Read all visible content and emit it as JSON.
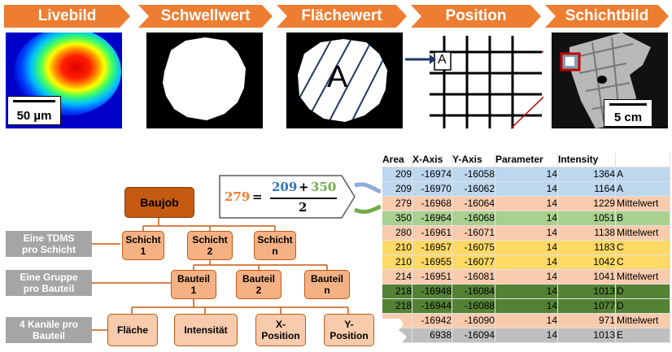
{
  "process_steps": [
    "Livebild",
    "Schwellwert",
    "Flächewert",
    "Position",
    "Schichtbild"
  ],
  "panels": {
    "livebild_scale": "50 µm",
    "flaeche_label": "A",
    "position_label": "A",
    "schichtbild_scale": "5 cm"
  },
  "hierarchy": {
    "root": "Baujob",
    "side_labels": [
      "Eine TDMS\npro Schicht",
      "Eine Gruppe\npro Bauteil",
      "4 Kanäle pro\nBauteil"
    ],
    "schichten": [
      "Schicht\n1",
      "Schicht\n2",
      "Schicht\nn"
    ],
    "bauteile": [
      "Bauteil\n1",
      "Bauteil\n2",
      "Bauteil\nn"
    ],
    "kanaele": [
      "Fläche",
      "Intensität",
      "X-\nPosition",
      "Y-\nPosition"
    ]
  },
  "formula": {
    "result": "279",
    "equals": "=",
    "a": "209",
    "plus": "+",
    "b": "350",
    "divisor": "2"
  },
  "colors": {
    "orange": "#ed7d31",
    "blue_row": "#bdd7ee",
    "peach_row": "#f8cbad",
    "green_row": "#a9d08e",
    "yellow_row": "#ffd966",
    "dkgreen_row": "#548235",
    "grey_row": "#bfbfbf"
  },
  "table": {
    "headers": [
      "Area",
      "X-Axis",
      "Y-Axis",
      "Parameter",
      "Intensity",
      ""
    ],
    "rows": [
      {
        "cells": [
          "209",
          "-16974",
          "-16058",
          "14",
          "1364",
          "A"
        ],
        "color": "#bdd7ee"
      },
      {
        "cells": [
          "209",
          "-16970",
          "-16062",
          "14",
          "1164",
          "A"
        ],
        "color": "#bdd7ee"
      },
      {
        "cells": [
          "279",
          "-16968",
          "-16064",
          "14",
          "1229",
          "Mittelwert"
        ],
        "color": "#f8cbad"
      },
      {
        "cells": [
          "350",
          "-16964",
          "-16068",
          "14",
          "1051",
          "B"
        ],
        "color": "#a9d08e"
      },
      {
        "cells": [
          "280",
          "-16961",
          "-16071",
          "14",
          "1138",
          "Mittelwert"
        ],
        "color": "#f8cbad"
      },
      {
        "cells": [
          "210",
          "-16957",
          "-16075",
          "14",
          "1183",
          "C"
        ],
        "color": "#ffd966"
      },
      {
        "cells": [
          "210",
          "-16955",
          "-16077",
          "14",
          "1042",
          "C"
        ],
        "color": "#ffd966"
      },
      {
        "cells": [
          "214",
          "-16951",
          "-16081",
          "14",
          "1041",
          "Mittelwert"
        ],
        "color": "#f8cbad"
      },
      {
        "cells": [
          "218",
          "-16948",
          "-16084",
          "14",
          "1013",
          "D"
        ],
        "color": "#548235"
      },
      {
        "cells": [
          "218",
          "-16944",
          "-16088",
          "14",
          "1077",
          "D"
        ],
        "color": "#548235"
      },
      {
        "cells": [
          "",
          "-16942",
          "-16090",
          "14",
          "971",
          "Mittelwert"
        ],
        "color": "#f8cbad"
      },
      {
        "cells": [
          "",
          "6938",
          "-16094",
          "14",
          "1013",
          "E"
        ],
        "color": "#bfbfbf"
      }
    ]
  }
}
